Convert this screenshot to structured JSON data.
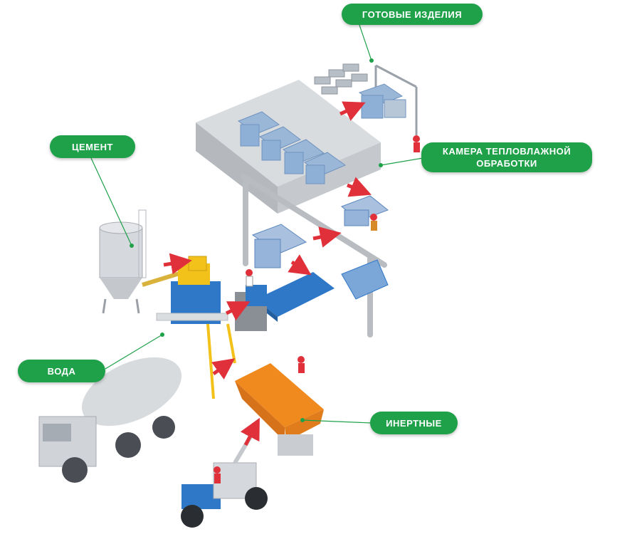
{
  "labels": {
    "finished": "ГОТОВЫЕ ИЗДЕЛИЯ",
    "cement": "ЦЕМЕНТ",
    "chamber_line1": "КАМЕРА ТЕПЛОВЛАЖНОЙ",
    "chamber_line2": "ОБРАБОТКИ",
    "water": "ВОДА",
    "aggregates": "ИНЕРТНЫЕ"
  },
  "colors": {
    "label_bg": "#1fa14a",
    "label_text": "#ffffff",
    "arrow": "#e0303a",
    "machine_blue": "#2f78c8",
    "machine_yellow": "#f2c21b",
    "hopper_orange": "#f08a1e",
    "structure_grey": "#c8ccd0"
  }
}
